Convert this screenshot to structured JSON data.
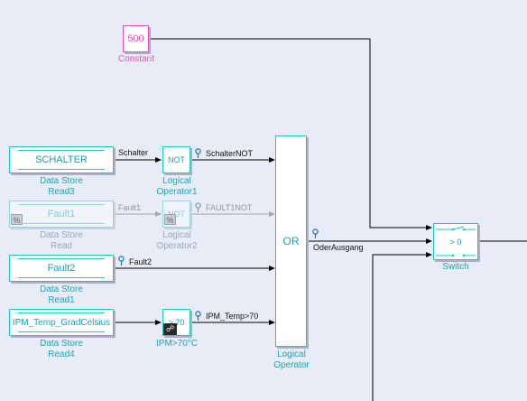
{
  "blocks": {
    "constant": {
      "value": "500",
      "name": "Constant"
    },
    "ds_schalter": {
      "label": "SCHALTER",
      "name_line1": "Data Store",
      "name_line2": "Read3"
    },
    "not1": {
      "label": "NOT",
      "name_line1": "Logical",
      "name_line2": "Operator1"
    },
    "ds_fault1": {
      "label": "Fault1",
      "name_line1": "Data Store",
      "name_line2": "Read"
    },
    "not2": {
      "label": "NOT",
      "name_line1": "Logical",
      "name_line2": "Operator2"
    },
    "ds_fault2": {
      "label": "Fault2",
      "name_line1": "Data Store",
      "name_line2": "Read1"
    },
    "ds_ipm": {
      "label": "IPM_Temp_GradCelsius",
      "name_line1": "Data Store",
      "name_line2": "Read4"
    },
    "cmp": {
      "label": "> 70",
      "name": "IPM>70°C"
    },
    "or": {
      "label": "OR",
      "name_line1": "Logical",
      "name_line2": "Operator"
    },
    "switch": {
      "label": "> 0",
      "name": "Switch"
    }
  },
  "signals": {
    "schalter": "Schalter",
    "schalternot": "SchalterNOT",
    "fault1": "Fault1",
    "fault1not": "FAULT1NOT",
    "fault2": "Fault2",
    "ipm_temp": "IPM_Temp>70",
    "oderausgang": "OderAusgang"
  },
  "colors": {
    "canvas": "#e7ecf6",
    "block_border": "#1fc5c7",
    "block_name": "#1aa6b7",
    "constant": "#e24fc8",
    "disabled": "#9aa9bd"
  }
}
